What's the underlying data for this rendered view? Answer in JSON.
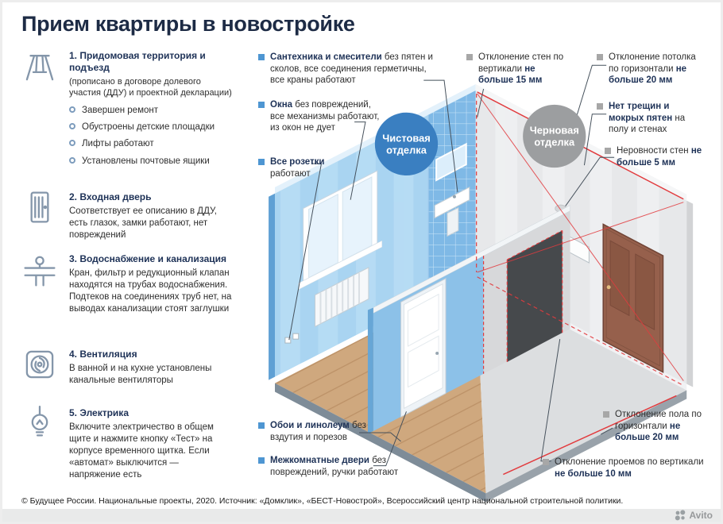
{
  "title": "Прием квартиры в новостройке",
  "checklist": [
    {
      "icon": "swing",
      "title": "1. Придомовая территория и подъезд",
      "subtitle": "(прописано в договоре долевого участия (ДДУ) и проектной декларации)",
      "bullets": [
        "Завершен ремонт",
        "Обустроены детские площадки",
        "Лифты работают",
        "Установлены почтовые ящики"
      ]
    },
    {
      "icon": "door",
      "title": "2. Входная дверь",
      "body": "Соответствует ее описанию в ДДУ, есть глазок, замки работают, нет повреждений"
    },
    {
      "icon": "pipes",
      "title": "3. Водоснабжение и канализация",
      "body": "Кран, фильтр и редукционный клапан находятся на трубах водоснабжения. Подтеков на соединениях труб нет, на выводах канализации стоят заглушки"
    },
    {
      "icon": "fan",
      "title": "4. Вентиляция",
      "body": "В ванной и на кухне установлены канальные вентиляторы"
    },
    {
      "icon": "bulb",
      "title": "5. Электрика",
      "body": "Включите электричество в общем щите и нажмите кнопку «Тест» на корпусе временного щитка. Если «автомат» выключится — напряжение есть"
    }
  ],
  "finish_callouts": [
    {
      "strong": "Сантехника и смесители",
      "post": " без пятен и сколов, все соединения герметичны, все краны работают"
    },
    {
      "strong": "Окна",
      "post": " без повреждений, все механизмы работают, из окон не дует"
    },
    {
      "strong": "Все розетки",
      "post": " работают"
    },
    {
      "strong": "Обои и линолеум",
      "post": " без вздутия и порезов"
    },
    {
      "strong": "Межкомнатные двери",
      "post": " без повреждений, ручки работают"
    }
  ],
  "rough_callouts": [
    {
      "pre": "Отклонение стен по вертикали ",
      "strong": "не больше 15 мм",
      "post": ""
    },
    {
      "pre": "Отклонение потолка по горизонтали ",
      "strong": "не больше 20 мм",
      "post": ""
    },
    {
      "pre": "",
      "strong": "Нет трещин и мокрых пятен",
      "post": " на полу и стенах"
    },
    {
      "pre": "Неровности стен ",
      "strong": "не больше 5 мм",
      "post": ""
    },
    {
      "pre": "Отклонение пола по горизонтали ",
      "strong": "не больше 20 мм",
      "post": ""
    },
    {
      "pre": "Отклонение проемов по вертикали ",
      "strong": "не больше 10 мм",
      "post": ""
    }
  ],
  "scene": {
    "finish_circle": {
      "line1": "Чистовая",
      "line2": "отделка",
      "color": "#3a7fc1"
    },
    "rough_circle": {
      "line1": "Черновая",
      "line2": "отделка",
      "color": "#9c9ea0"
    }
  },
  "footer": "© Будущее России. Национальные проекты, 2020. Источник: «Домклик», «БЕСТ-Новострой», Всероссийский центр национальной строительной политики.",
  "watermark": "Avito",
  "colors": {
    "accent_blue": "#4e96d2",
    "accent_gray": "#a7a7a7",
    "red": "#e23b3e",
    "navy": "#1e3257",
    "wall_blue": "#a9d4f1",
    "wall_gray": "#e7e8ea",
    "wood": "#cfa87e"
  }
}
